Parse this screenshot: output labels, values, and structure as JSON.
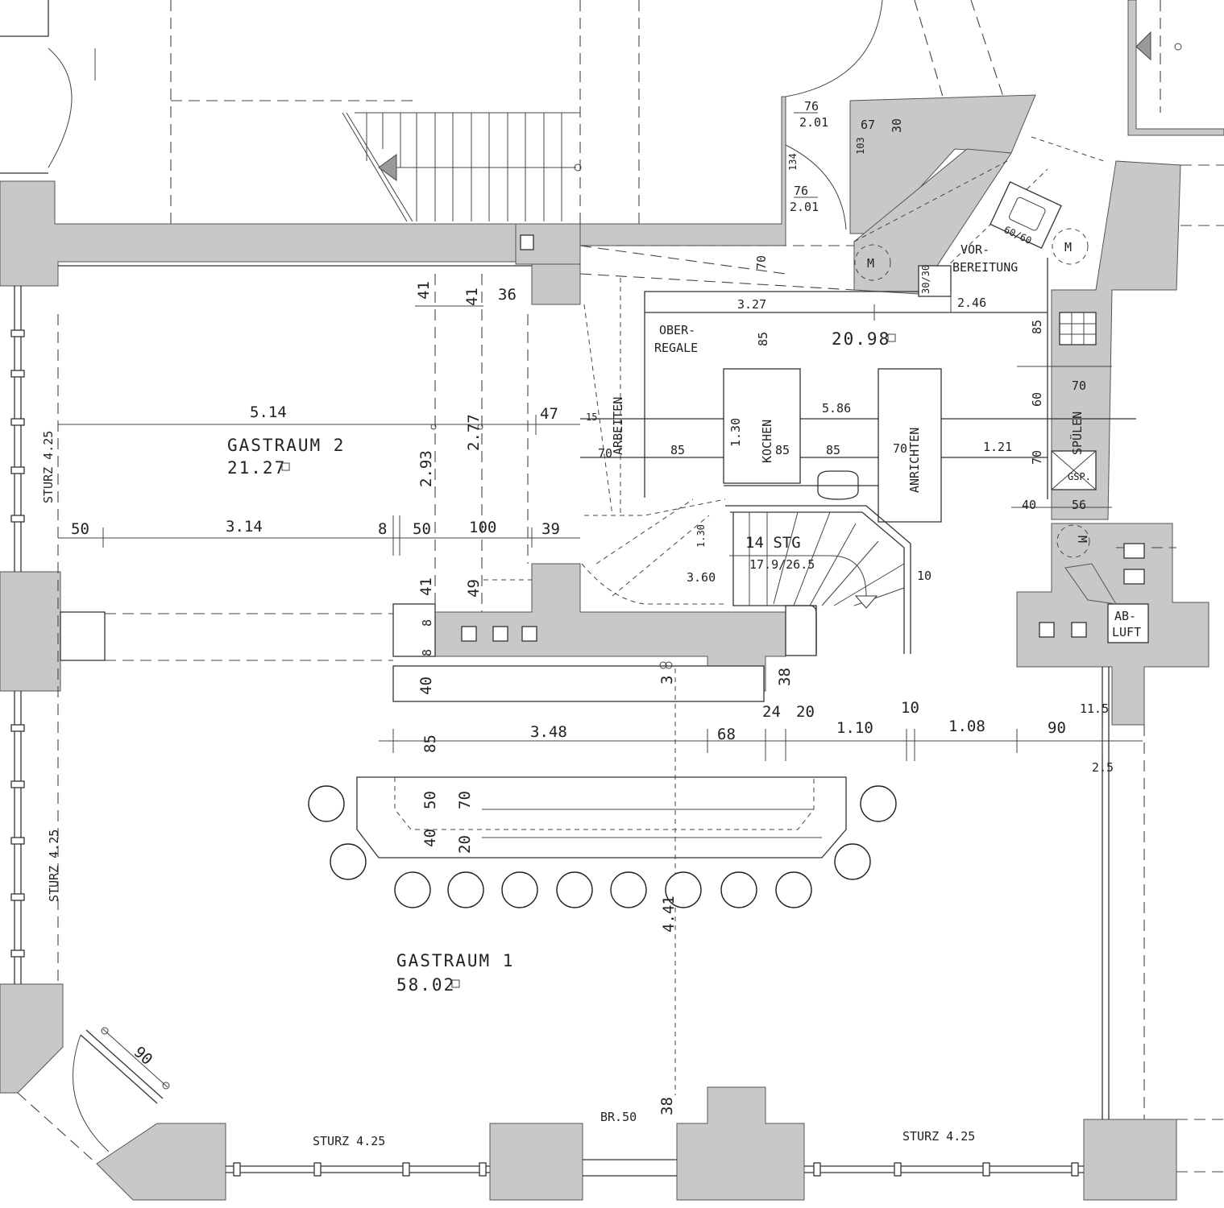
{
  "rooms": {
    "gastraum2_name": "GASTRAUM 2",
    "gastraum2_area": "21.27",
    "gastraum1_name": "GASTRAUM 1",
    "gastraum1_area": "58.02",
    "kitchen_area": "20.98"
  },
  "labels": {
    "oberregale_1": "OBER-",
    "oberregale_2": "REGALE",
    "vorbereitung_1": "VOR-",
    "vorbereitung_2": "BEREITUNG",
    "arbeiten": "ARBEITEN",
    "kochen": "KOCHEN",
    "anrichten": "ANRICHTEN",
    "spulen": "SPÜLEN",
    "gsp": "GSP.",
    "abluft_1": "AB-",
    "abluft_2": "LUFT",
    "motor": "M",
    "stairs_1": "14 STG",
    "stairs_2": "17.9/26.5",
    "grill": "60/60",
    "box3030": "30/30",
    "br50": "BR.50",
    "sturz_left_top": "STURZ 4.25",
    "sturz_left_bottom": "STURZ 4.25",
    "sturz_bottom_left": "STURZ 4.25",
    "sturz_bottom_right": "STURZ 4.25"
  },
  "dimensions": {
    "d_5_14": "5.14",
    "d_47": "47",
    "d_15": "15",
    "d_5_86": "5.86",
    "d_3_27": "3.27",
    "d_2_46": "2.46",
    "d_85_top": "85",
    "d_85_right": "85",
    "d_70_top": "70",
    "d_70_r1": "70",
    "d_60_r": "60",
    "d_70_r2": "70",
    "d_70_l": "70",
    "d_85_a": "85",
    "d_1_30": "1.30",
    "d_85_b": "85",
    "d_85_c": "85",
    "d_70_b": "70",
    "d_1_21": "1.21",
    "d_41_a": "41",
    "d_41_b": "41",
    "d_36": "36",
    "d_2_93": "2.93",
    "d_2_77": "2.77",
    "d_50_l": "50",
    "d_3_14": "3.14",
    "d_8_a": "8",
    "d_50_m": "50",
    "d_100": "100",
    "d_39": "39",
    "d_1_30b": "1.30",
    "d_41_c": "41",
    "d_49": "49",
    "d_3_60": "3.60",
    "d_8_b": "8",
    "d_8_c": "8",
    "d_40_a": "40",
    "d_3_b": "3",
    "d_38_a": "38",
    "d_24": "24",
    "d_20_a": "20",
    "d_10_a": "10",
    "d_11_5": "11.5",
    "d_2_5": "2.5",
    "d_85_d": "85",
    "d_3_48": "3.48",
    "d_68": "68",
    "d_1_10": "1.10",
    "d_1_08": "1.08",
    "d_90_a": "90",
    "d_50_b": "50",
    "d_70_c": "70",
    "d_40_b": "40",
    "d_20_b": "20",
    "d_4_41": "4.41",
    "d_90_door": "90",
    "d_38_b": "38",
    "d_40_r": "40",
    "d_56": "56",
    "d_10_b": "10",
    "d_76_a": "76",
    "d_201_a": "2.01",
    "d_76_b": "76",
    "d_201_b": "2.01",
    "d_67": "67",
    "d_30": "30",
    "d_103": "103",
    "d_134": "134"
  }
}
